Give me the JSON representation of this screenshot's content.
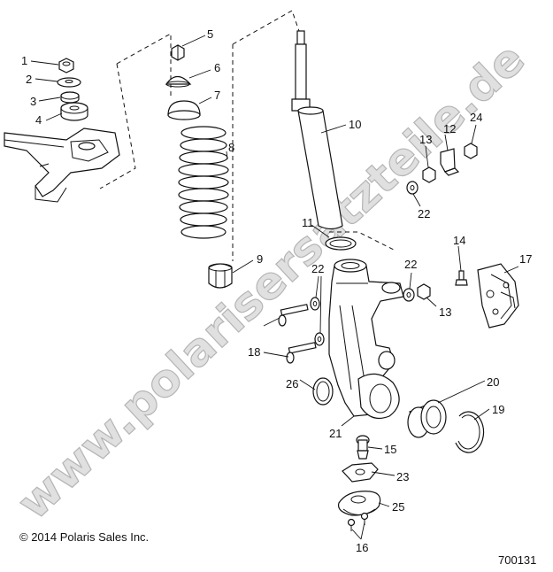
{
  "callouts": {
    "c1": "1",
    "c2": "2",
    "c3": "3",
    "c4": "4",
    "c5": "5",
    "c6": "6",
    "c7": "7",
    "c8": "8",
    "c9": "9",
    "c10": "10",
    "c11": "11",
    "c12": "12",
    "c13a": "13",
    "c13b": "13",
    "c14": "14",
    "c15": "15",
    "c16": "16",
    "c17": "17",
    "c18": "18",
    "c19": "19",
    "c20": "20",
    "c21": "21",
    "c22a": "22",
    "c22b": "22",
    "c22c": "22",
    "c23": "23",
    "c24": "24",
    "c25": "25",
    "c26": "26"
  },
  "watermark": "www.polarisersatzteile.de",
  "copyright": "© 2014 Polaris Sales Inc.",
  "drawing_number": "700131"
}
